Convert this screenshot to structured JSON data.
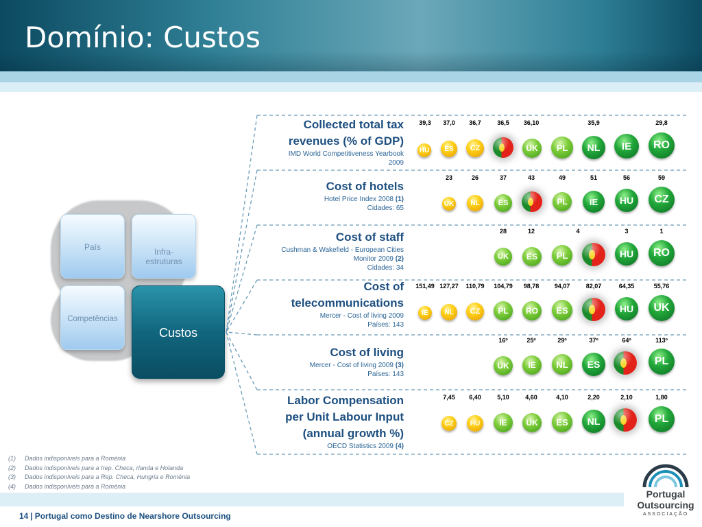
{
  "slide": {
    "title": "Domínio: Custos"
  },
  "diagram": {
    "tiles": {
      "pais": "País",
      "infra": "Infra-\nestruturas",
      "competencias": "Competências",
      "custos": "Custos"
    }
  },
  "colors": {
    "header_dark": "#0c4a61",
    "header_light": "#6ba8b9",
    "accent_teal": "#11667e",
    "title_blue": "#1d4f80",
    "bubble_yellow": "#ffd21a",
    "bubble_light_green": "#7dcd3a",
    "bubble_dark_green": "#22a83a"
  },
  "rows": [
    {
      "title": "Collected total tax revenues (% of GDP)",
      "source": "IMD World Competitiveness Yearbook 2009",
      "values": [
        "39,3",
        "37,0",
        "36,7",
        "36,5",
        "36,10",
        "35,9",
        "29,8"
      ],
      "countries": [
        "HU",
        "ES",
        "CZ",
        "PT",
        "UK",
        "PL",
        "NL",
        "IE",
        "RO"
      ]
    },
    {
      "title": "Cost of hotels",
      "source": "Hotel Price Index 2008",
      "note": "(1)",
      "extra": "Cidades: 65",
      "values": [
        "23",
        "26",
        "37",
        "43",
        "49",
        "51",
        "56",
        "59"
      ],
      "countries": [
        "UK",
        "NL",
        "ES",
        "PT",
        "PL",
        "IE",
        "HU",
        "CZ"
      ]
    },
    {
      "title": "Cost of staff",
      "source": "Cushman & Wakefield - European Cities Monitor 2009",
      "note": "(2)",
      "extra": "Cidades: 34",
      "values": [
        "28",
        "12",
        "4",
        "3",
        "1"
      ],
      "countries": [
        "UK",
        "ES",
        "PL",
        "PT",
        "HU",
        "RO"
      ]
    },
    {
      "title": "Cost of telecommunications",
      "source": "Mercer - Cost of living 2009",
      "extra": "Países: 143",
      "values": [
        "151,49",
        "127,27",
        "110,79",
        "104,79",
        "98,78",
        "94,07",
        "82,07",
        "64,35",
        "55,76"
      ],
      "countries": [
        "IE",
        "NL",
        "CZ",
        "PL",
        "RO",
        "ES",
        "PT",
        "HU",
        "UK"
      ]
    },
    {
      "title": "Cost of living",
      "source": "Mercer - Cost of living 2009",
      "note": "(3)",
      "extra": "Países: 143",
      "values": [
        "16º",
        "25º",
        "29º",
        "37º",
        "64º",
        "113º"
      ],
      "countries": [
        "UK",
        "IE",
        "NL",
        "ES",
        "PT",
        "PL"
      ]
    },
    {
      "title": "Labor Compensation per Unit Labour Input (annual growth %)",
      "source": "OECD Statistics 2009",
      "note": "(4)",
      "values": [
        "7,45",
        "6,40",
        "5,10",
        "4,60",
        "4,10",
        "2,20",
        "2,10",
        "1,80"
      ],
      "countries": [
        "CZ",
        "HU",
        "IE",
        "UK",
        "ES",
        "NL",
        "PT",
        "PL"
      ]
    }
  ],
  "footnotes": [
    {
      "n": "(1)",
      "text": "Dados indisponíveis para a Roménia"
    },
    {
      "n": "(2)",
      "text": "Dados indisponíveis para a Irep. Checa, rlanda e Holanda"
    },
    {
      "n": "(3)",
      "text": "Dados indisponíveis para a Rep. Checa, Hungria e Roménia"
    },
    {
      "n": "(4)",
      "text": "Dados indisponíveis para a Roménia"
    }
  ],
  "footer": {
    "page_number": "14",
    "separator": "|",
    "text": "Portugal como Destino de Nearshore Outsourcing"
  },
  "logo": {
    "line1": "Portugal",
    "line2": "Outsourcing",
    "line3": "ASSOCIAÇÃO"
  }
}
